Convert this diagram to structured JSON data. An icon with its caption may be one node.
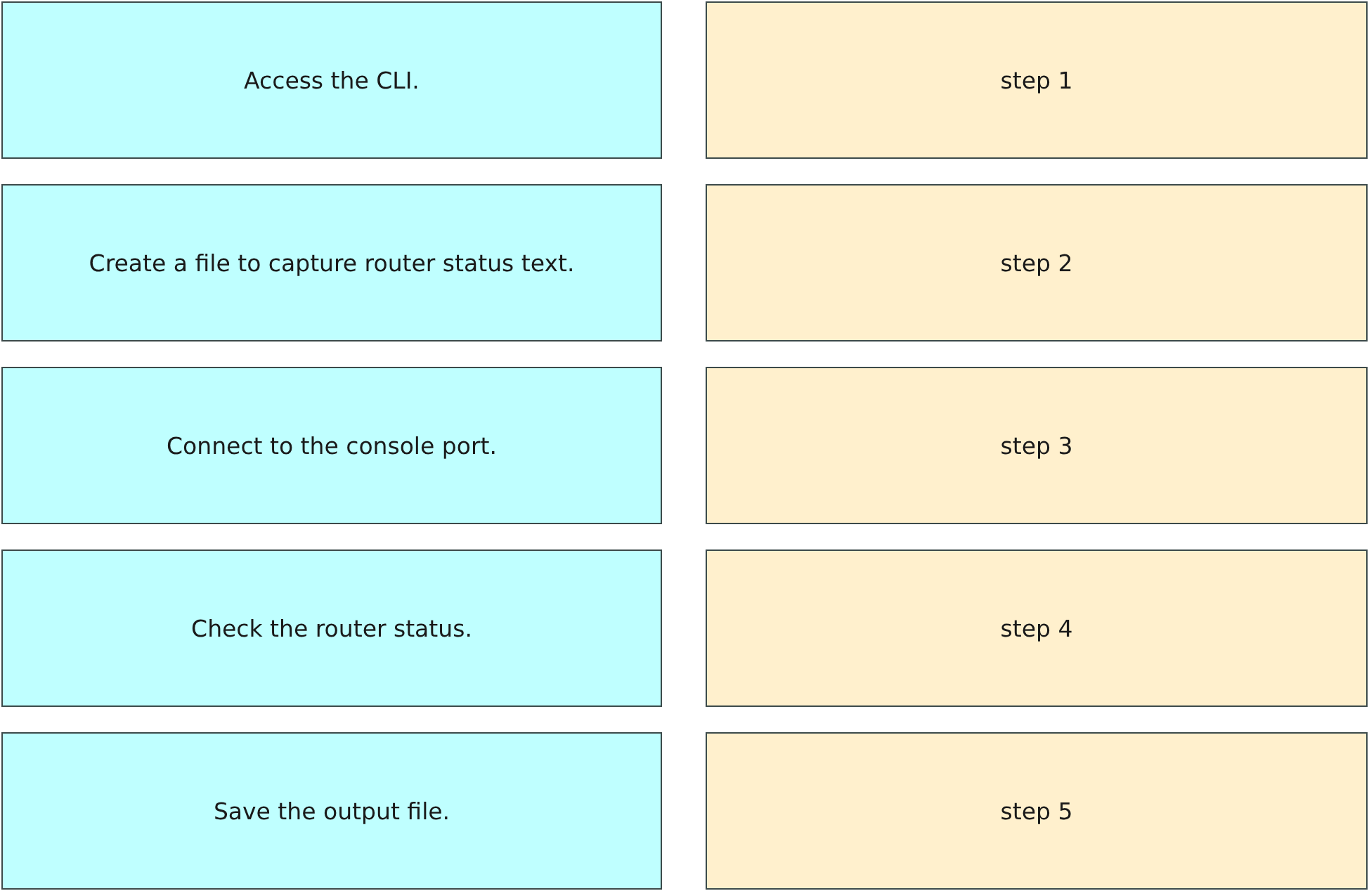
{
  "diagram": {
    "nodes": [
      {
        "text": [
          "Access the CLI."
        ]
      },
      {
        "text": [
          "step 1"
        ]
      },
      {
        "text": [
          "Create a file to capture router status text."
        ]
      },
      {
        "text": [
          "step 2"
        ]
      },
      {
        "text": [
          "Connect to the console port."
        ]
      },
      {
        "text": [
          "step 3"
        ]
      },
      {
        "text": [
          "Check the router status."
        ]
      },
      {
        "text": [
          "step 4"
        ]
      },
      {
        "text": [
          "Save the output file."
        ]
      },
      {
        "text": [
          "step 5"
        ]
      }
    ]
  }
}
